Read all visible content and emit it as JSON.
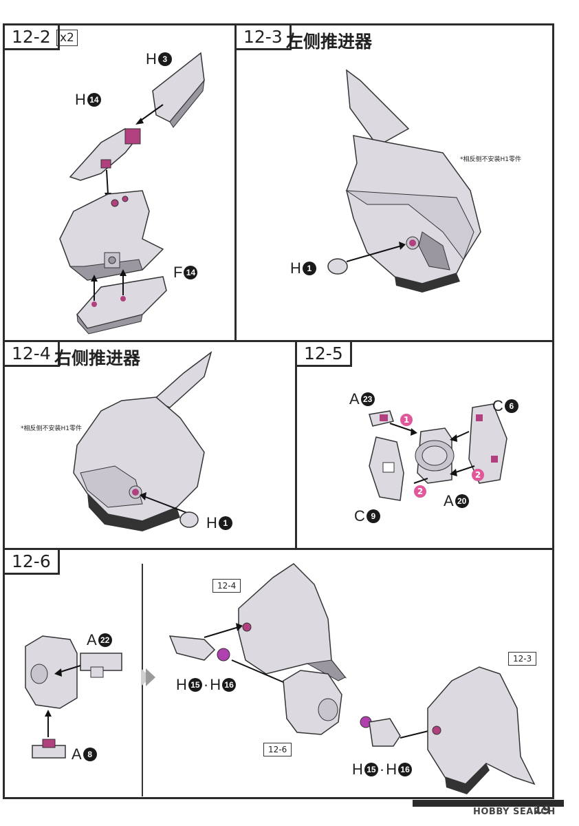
{
  "steps": {
    "s12_2": {
      "tag": "12-2",
      "qty": "x2"
    },
    "s12_3": {
      "tag": "12-3",
      "title": "左侧推进器",
      "note": "*相反侧不安装H1零件"
    },
    "s12_4": {
      "tag": "12-4",
      "title": "右侧推进器",
      "note": "*相反侧不安装H1零件"
    },
    "s12_5": {
      "tag": "12-5"
    },
    "s12_6": {
      "tag": "12-6",
      "ref_a": "12-4",
      "ref_b": "12-3",
      "ref_c": "12-6"
    }
  },
  "parts": {
    "h3": {
      "letter": "H",
      "num": "3"
    },
    "h14": {
      "letter": "H",
      "num": "14"
    },
    "f14": {
      "letter": "F",
      "num": "14"
    },
    "h1_a": {
      "letter": "H",
      "num": "1"
    },
    "h1_b": {
      "letter": "H",
      "num": "1"
    },
    "a23": {
      "letter": "A",
      "num": "23"
    },
    "c6": {
      "letter": "C",
      "num": "6"
    },
    "c9": {
      "letter": "C",
      "num": "9"
    },
    "a20": {
      "letter": "A",
      "num": "20"
    },
    "a22": {
      "letter": "A",
      "num": "22"
    },
    "a8": {
      "letter": "A",
      "num": "8"
    },
    "h15h16_a": {
      "l1": "H",
      "n1": "15",
      "sep": "·",
      "l2": "H",
      "n2": "16"
    },
    "h15h16_b": {
      "l1": "H",
      "n1": "15",
      "sep": "·",
      "l2": "H",
      "n2": "16"
    }
  },
  "markers": {
    "m1": "1",
    "m2a": "2",
    "m2b": "2"
  },
  "footer": {
    "watermark": "HOBBY SEARCH",
    "page": "19"
  },
  "colors": {
    "outline": "#2b2b2b",
    "part_fill": "#dcd9e0",
    "part_shadow": "#9a97a0",
    "accent": "#b0407e",
    "marker": "#e0589a"
  }
}
